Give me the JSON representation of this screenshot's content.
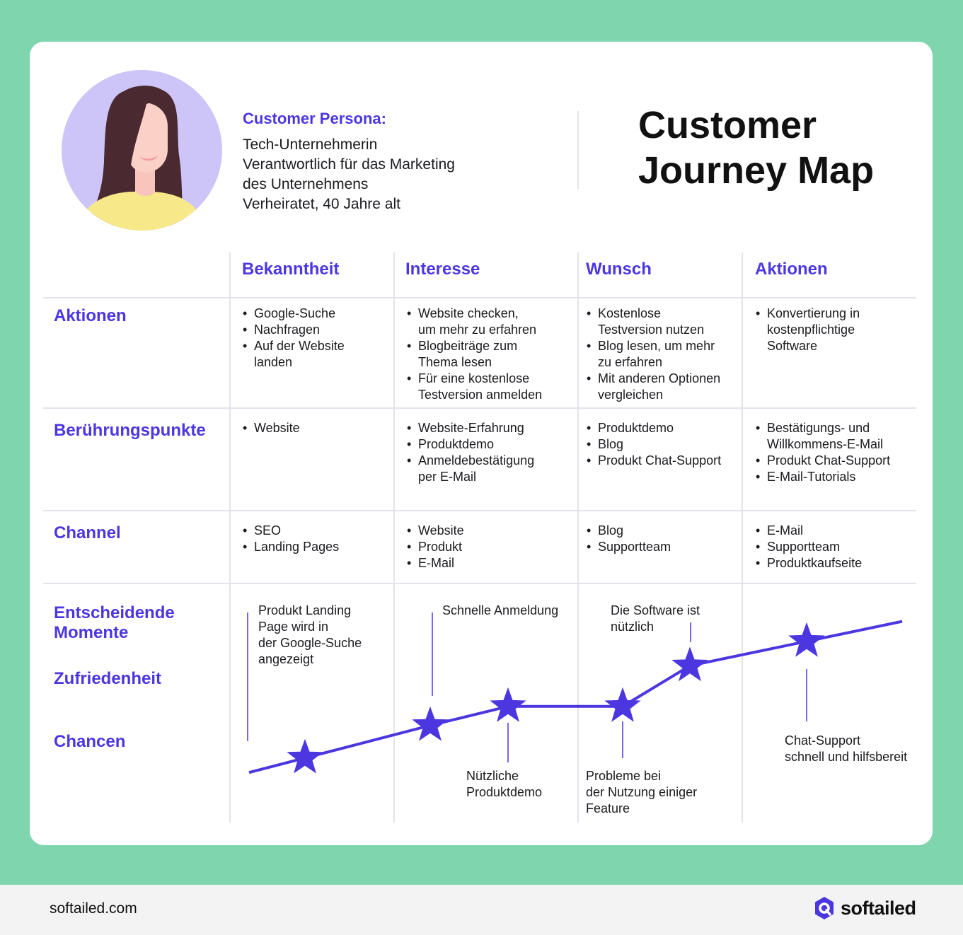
{
  "colors": {
    "background": "#7fd6ae",
    "accent": "#4c36e0",
    "card": "#ffffff",
    "footer": "#f3f3f4"
  },
  "persona": {
    "heading": "Customer Persona:",
    "lines": [
      "Tech-Unternehmerin",
      "Verantwortlich für das Marketing",
      "des Unternehmens",
      "Verheiratet, 40 Jahre alt"
    ],
    "avatar_icon": "woman-portrait-avatar"
  },
  "title": {
    "line1": "Customer",
    "line2": "Journey Map"
  },
  "stages": [
    "Bekanntheit",
    "Interesse",
    "Wunsch",
    "Aktionen"
  ],
  "rows": {
    "aktionen": {
      "label": "Aktionen",
      "cells": [
        [
          "Google-Suche",
          "Nachfragen",
          "Auf der Website\nlanden"
        ],
        [
          "Website checken,\num mehr zu erfahren",
          "Blogbeiträge zum\nThema lesen",
          "Für eine kostenlose\nTestversion anmelden"
        ],
        [
          "Kostenlose\nTestversion nutzen",
          "Blog lesen, um mehr\nzu erfahren",
          "Mit anderen Optionen\nvergleichen"
        ],
        [
          "Konvertierung in\nkostenpflichtige\nSoftware"
        ]
      ]
    },
    "touchpoints": {
      "label": "Berührungspunkte",
      "cells": [
        [
          "Website"
        ],
        [
          "Website-Erfahrung",
          "Produktdemo",
          "Anmeldebestätigung\nper E-Mail"
        ],
        [
          "Produktdemo",
          "Blog",
          "Produkt Chat-Support"
        ],
        [
          "Bestätigungs- und\nWillkommens-E-Mail",
          "Produkt Chat-Support",
          "E-Mail-Tutorials"
        ]
      ]
    },
    "channel": {
      "label": "Channel",
      "cells": [
        [
          "SEO",
          "Landing Pages"
        ],
        [
          "Website",
          "Produkt",
          "E-Mail"
        ],
        [
          "Blog",
          "Supportteam"
        ],
        [
          "E-Mail",
          "Supportteam",
          "Produktkaufseite"
        ]
      ]
    },
    "moments": {
      "labels": [
        "Entscheidende\nMomente",
        "Zufriedenheit",
        "Chancen"
      ]
    }
  },
  "chart_data": {
    "type": "line",
    "series": [
      {
        "values": [
          1,
          2.2,
          2.9,
          2.9,
          4.4,
          5.3
        ]
      }
    ],
    "ylim": [
      0,
      6
    ],
    "annotations": [
      "Produkt Landing\nPage wird in\nder Google-Suche\nangezeigt",
      "Schnelle Anmeldung",
      "Nützliche\nProduktdemo",
      "Probleme bei\nder Nutzung einiger\nFeature",
      "Die Software ist\nnützlich",
      "Chat-Support\nschnell und hilfsbereit"
    ]
  },
  "footer": {
    "url": "softailed.com",
    "brand": "softailed",
    "brand_icon": "softailed-logo-icon"
  }
}
